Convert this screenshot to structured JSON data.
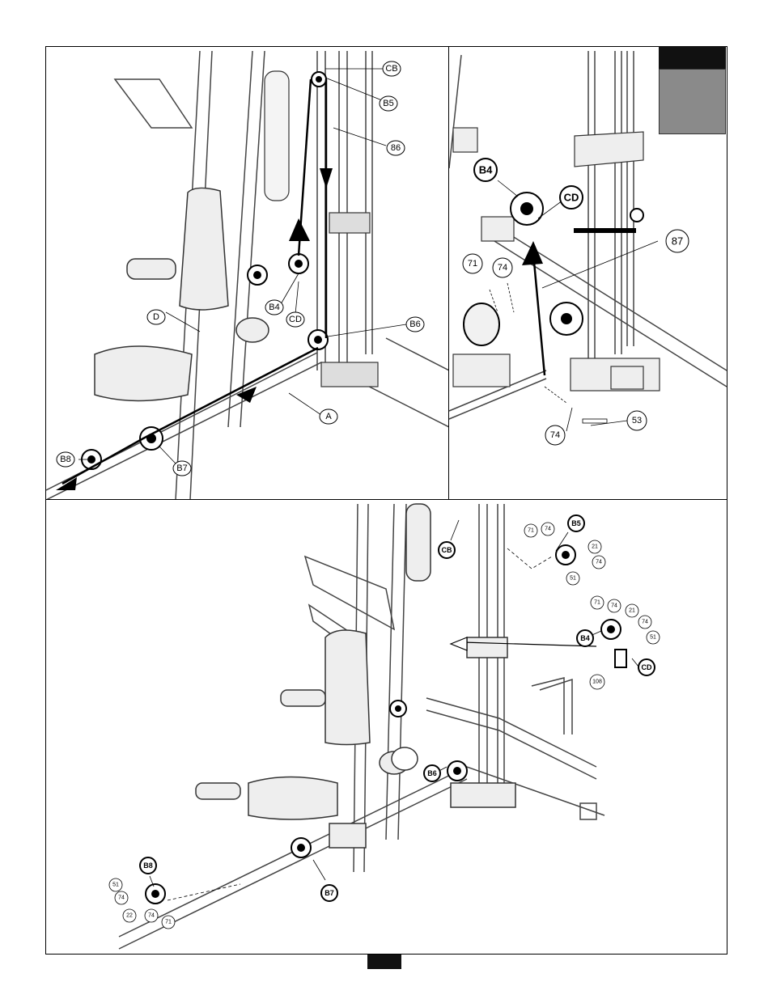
{
  "page": {
    "number": ""
  },
  "top_left": {
    "labels": {
      "cb": "CB",
      "b5": "B5",
      "b86": "86",
      "b4": "B4",
      "cd": "CD",
      "d": "D",
      "b6": "B6",
      "a": "A",
      "b7": "B7",
      "b8": "B8"
    }
  },
  "top_right": {
    "labels": {
      "b4": "B4",
      "cd": "CD",
      "p87": "87",
      "p71": "71",
      "p74a": "74",
      "p74b": "74",
      "p53": "53"
    }
  },
  "bottom": {
    "labels": {
      "cb": "CB",
      "b5": "B5",
      "b5_71": "71",
      "b5_74a": "74",
      "b5_21": "21",
      "b5_74b": "74",
      "b5_51": "51",
      "b4": "B4",
      "b4_71": "71",
      "b4_74a": "74",
      "b4_21": "21",
      "b4_74b": "74",
      "b4_51": "51",
      "cd": "CD",
      "p108": "108",
      "b6": "B6",
      "b7": "B7",
      "b8": "B8",
      "b8_51": "51",
      "b8_74a": "74",
      "b8_22": "22",
      "b8_74b": "74",
      "b8_71": "71"
    }
  }
}
